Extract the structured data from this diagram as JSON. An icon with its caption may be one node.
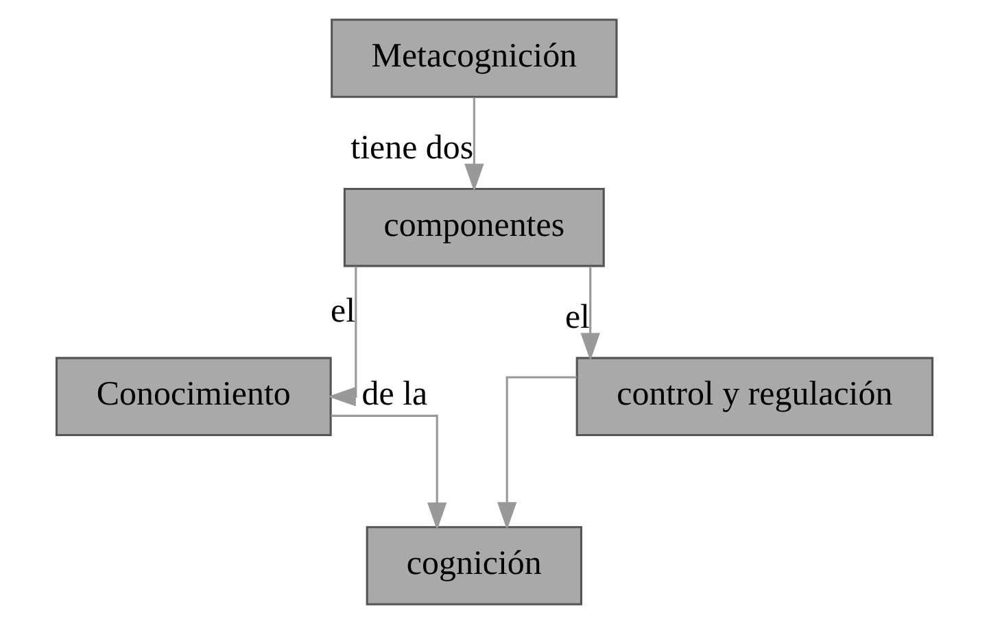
{
  "diagram": {
    "nodes": [
      {
        "text": [
          "Metacognición"
        ]
      },
      {
        "text": [
          "componentes"
        ]
      },
      {
        "text": [
          "Conocimiento"
        ]
      },
      {
        "text": [
          "control y regulación"
        ]
      },
      {
        "text": [
          "cognición"
        ]
      }
    ],
    "edges": [
      {
        "from": 0,
        "to": 1,
        "arrow": "to",
        "label": "tiene dos"
      },
      {
        "from": 1,
        "to": 2,
        "arrow": "to",
        "label": "el"
      },
      {
        "from": 1,
        "to": 3,
        "arrow": "to",
        "label": "el"
      },
      {
        "from": 2,
        "to": 4,
        "arrow": "to",
        "label": "de la"
      },
      {
        "from": 3,
        "to": 4,
        "arrow": "to"
      }
    ]
  }
}
